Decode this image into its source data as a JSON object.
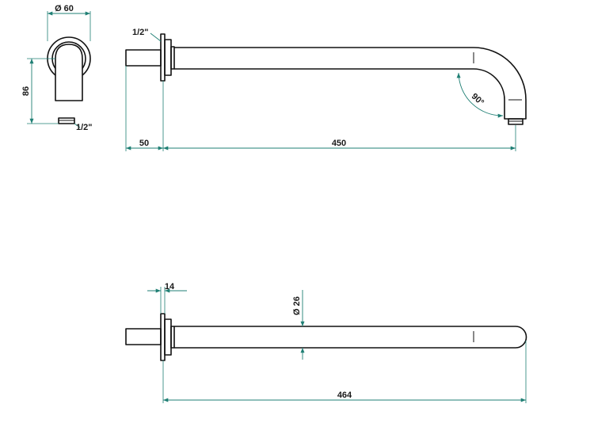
{
  "side_view": {
    "diameter_label": "Ø 60",
    "height_label": "86",
    "thread_label": "1/2\""
  },
  "front_view": {
    "thread_label": "1/2\"",
    "inlet_length_label": "50",
    "arm_length_label": "450",
    "angle_label": "90°"
  },
  "top_view": {
    "flange_label": "14",
    "pipe_diameter_label": "Ø 26",
    "overall_length_label": "464"
  },
  "colors": {
    "dimension_lines": "#1f7f74",
    "outline": "#111111",
    "text": "#1a1a1a"
  }
}
